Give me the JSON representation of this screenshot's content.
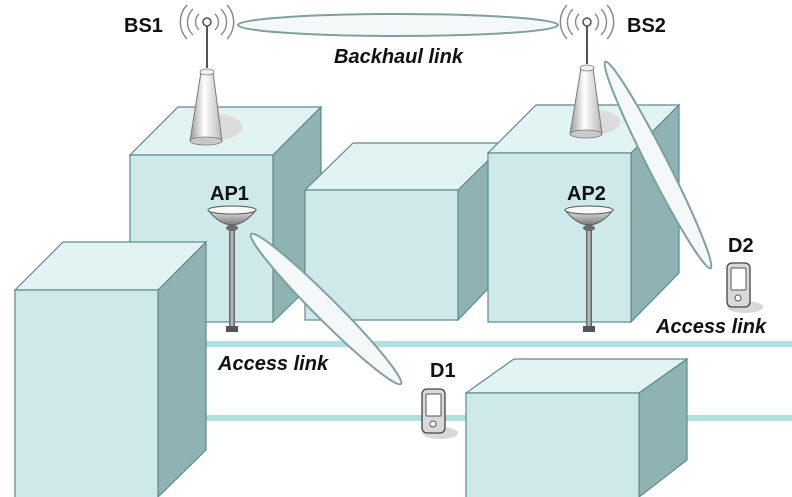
{
  "labels": {
    "bs1": "BS1",
    "bs2": "BS2",
    "backhaul": "Backhaul link",
    "ap1": "AP1",
    "ap2": "AP2",
    "d1": "D1",
    "d2": "D2",
    "access_left": "Access link",
    "access_right": "Access link"
  },
  "colors": {
    "building_front": "#cde9ea",
    "building_top": "#e2f3f3",
    "building_side": "#8fb3b3",
    "building_edge": "#5e8a8c",
    "road": "#b5dede",
    "link_fill": "#f4f8f8",
    "link_edge": "#7f9fa0"
  },
  "icons": [
    "base-station-antenna-icon",
    "access-point-lamp-icon",
    "mobile-device-icon",
    "radio-waves-icon"
  ]
}
